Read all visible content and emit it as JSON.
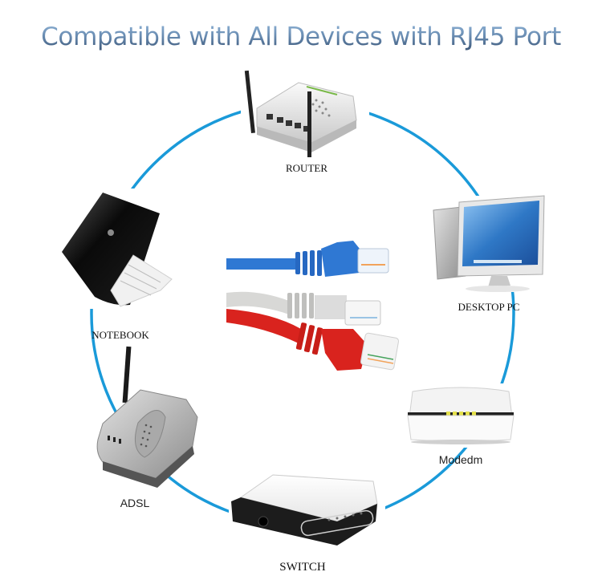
{
  "header": {
    "title": "Compatible with All Devices with RJ45 Port"
  },
  "theme": {
    "ring_color": "#1a9ad9"
  },
  "devices": [
    {
      "id": "router",
      "label": "ROUTER"
    },
    {
      "id": "desktop-pc",
      "label": "DESKTOP PC"
    },
    {
      "id": "modem",
      "label": "Modedm"
    },
    {
      "id": "switch",
      "label": "SWITCH"
    },
    {
      "id": "adsl",
      "label": "ADSL"
    },
    {
      "id": "notebook",
      "label": "NOTEBOOK"
    }
  ],
  "cables": [
    {
      "id": "blue",
      "color": "#2f78d3"
    },
    {
      "id": "gray",
      "color": "#d8d8d6"
    },
    {
      "id": "red",
      "color": "#d9231e"
    }
  ]
}
